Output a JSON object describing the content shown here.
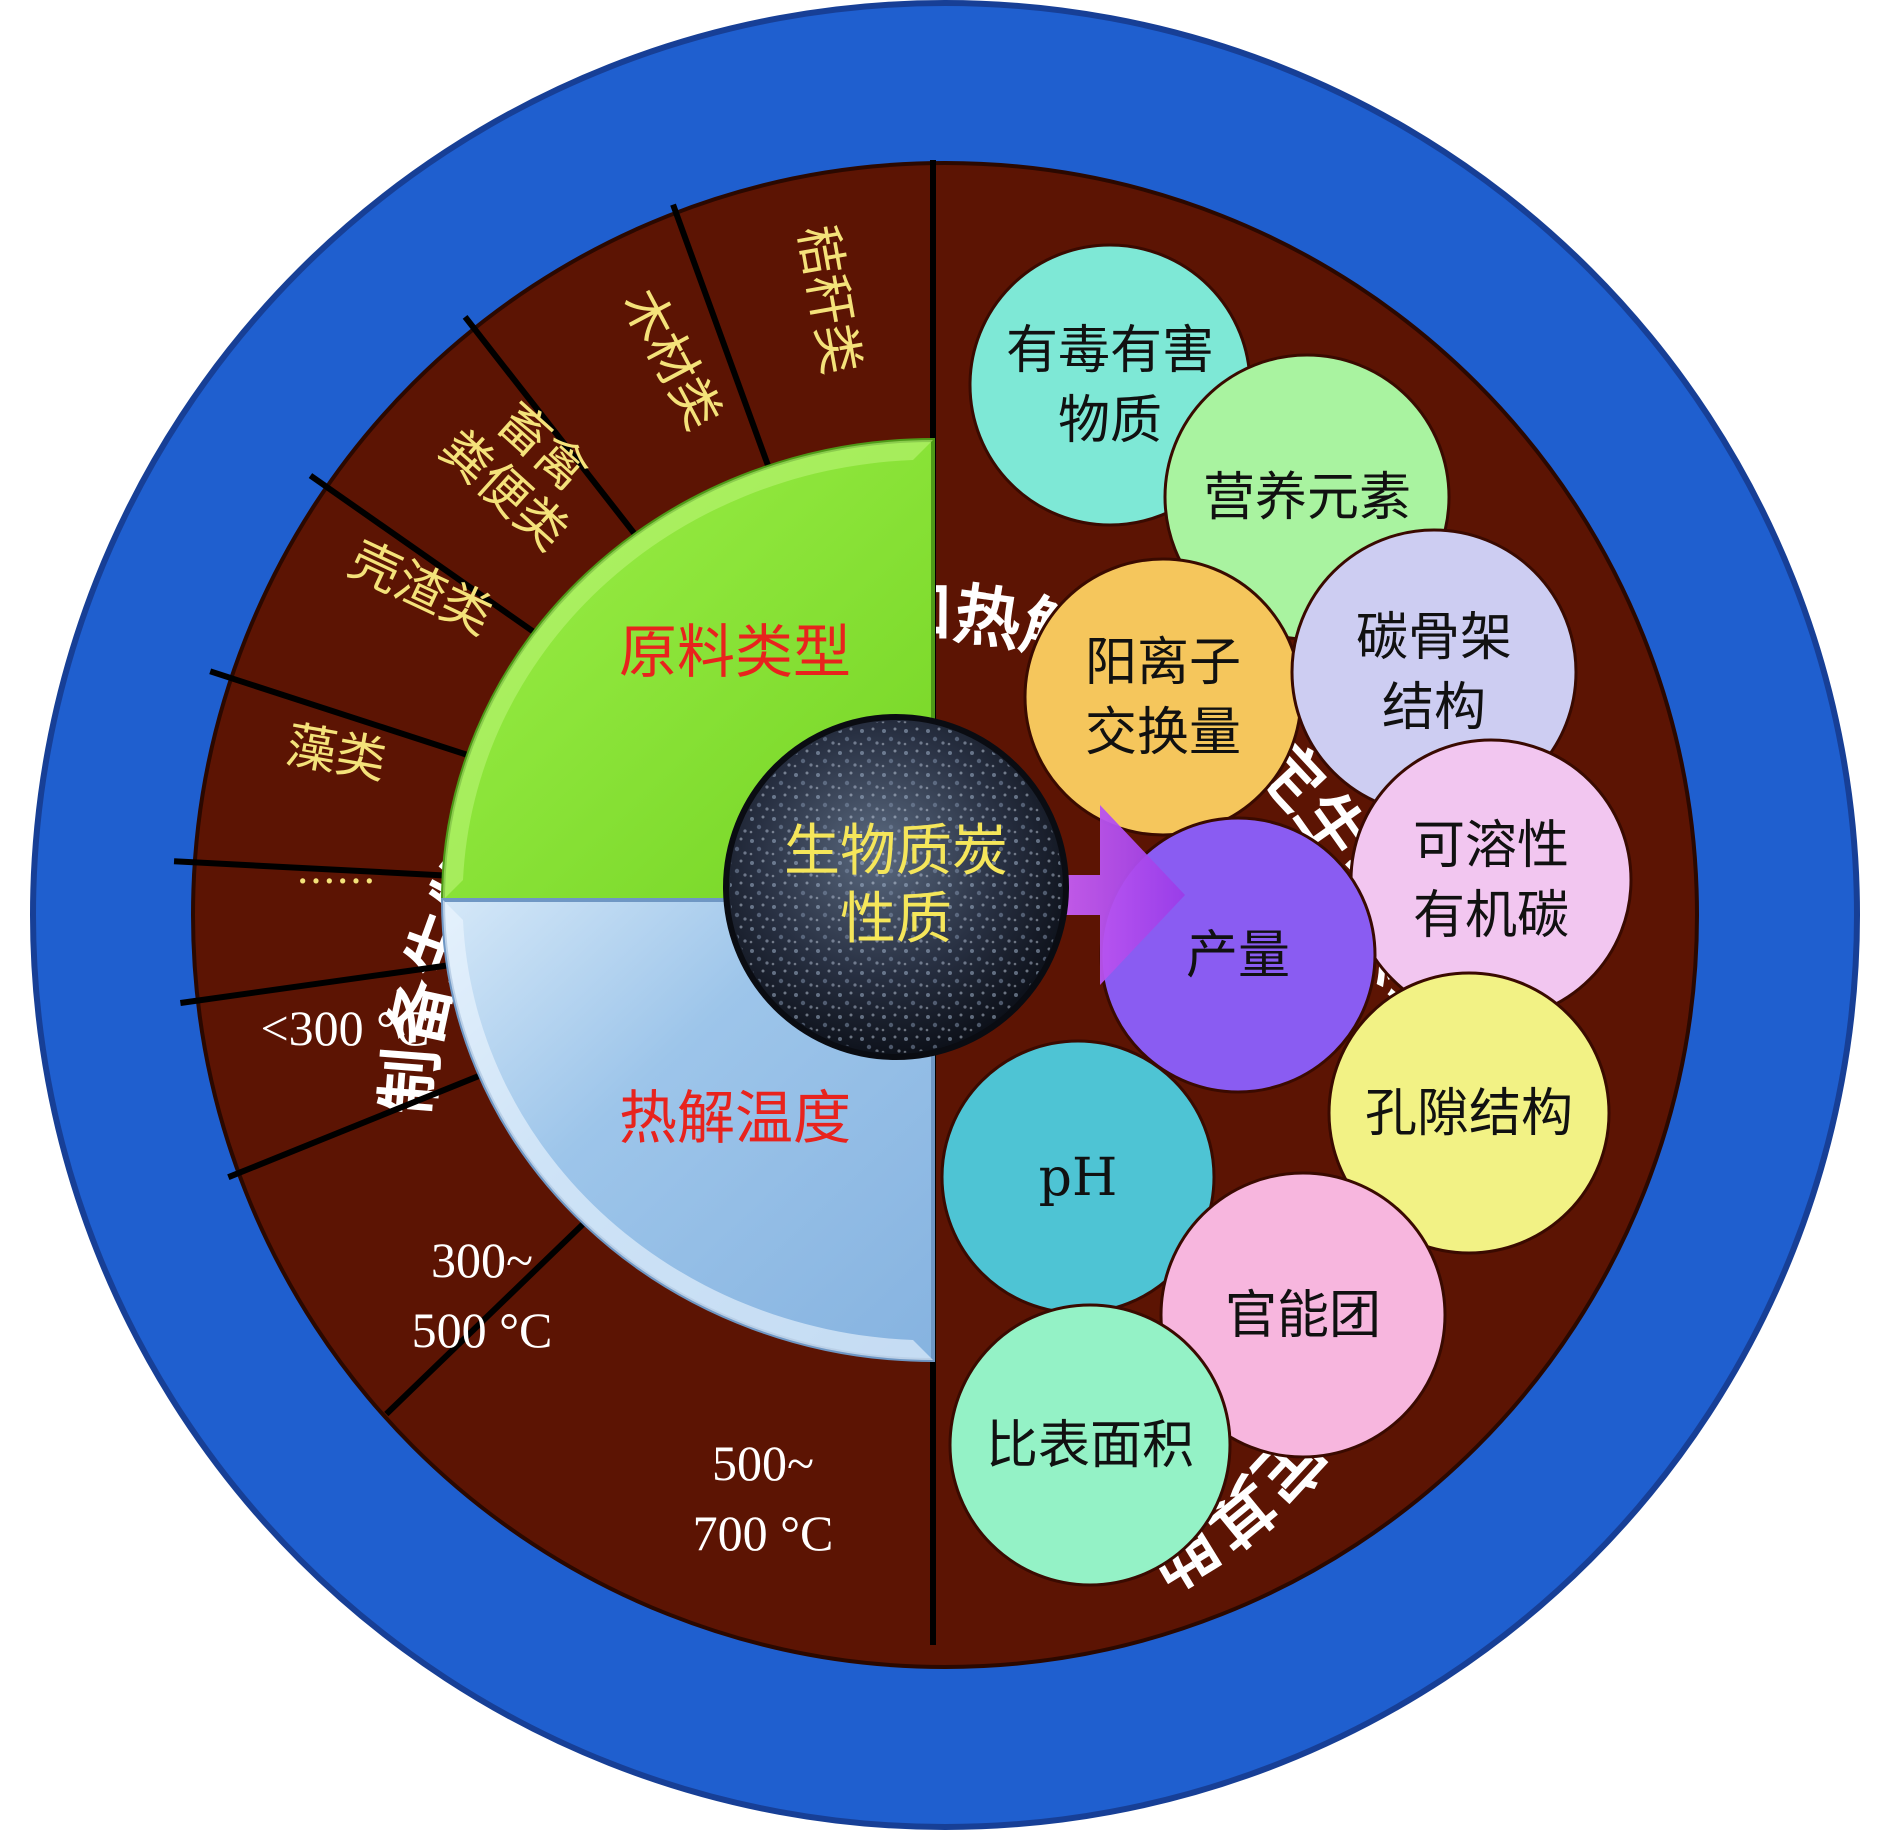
{
  "ring_caption": "制备生物质炭的原料类型和热解温度决定生物质炭性质，进而决定其助力土壤“碳中和”的应用潜力",
  "center": {
    "lines": [
      "生物质炭",
      "性质"
    ]
  },
  "feedstock": {
    "label": "原料类型",
    "items": [
      {
        "lines": [
          "秸秆类"
        ]
      },
      {
        "lines": [
          "木材类"
        ]
      },
      {
        "lines": [
          "畜禽",
          "粪便类"
        ]
      },
      {
        "lines": [
          "壳渣类"
        ]
      },
      {
        "lines": [
          "藻类"
        ]
      },
      {
        "lines": [
          "……"
        ]
      }
    ]
  },
  "temperature": {
    "label": "热解温度",
    "items": [
      {
        "lines": [
          "<300 °C"
        ]
      },
      {
        "lines": [
          "300~",
          "500 °C"
        ]
      },
      {
        "lines": [
          "500~",
          "700 °C"
        ]
      }
    ]
  },
  "properties": [
    {
      "lines": [
        "有毒有害",
        "物质"
      ],
      "color": "#7ee8d6"
    },
    {
      "lines": [
        "营养元素"
      ],
      "color": "#a9f3a0"
    },
    {
      "lines": [
        "阳离子",
        "交换量"
      ],
      "color": "#f5c65c"
    },
    {
      "lines": [
        "碳骨架",
        "结构"
      ],
      "color": "#cdcdf2"
    },
    {
      "lines": [
        "可溶性",
        "有机碳"
      ],
      "color": "#f2c6f0"
    },
    {
      "lines": [
        "产量"
      ],
      "color": "#8a5cf2"
    },
    {
      "lines": [
        "孔隙结构"
      ],
      "color": "#f2f285"
    },
    {
      "lines": [
        "pH"
      ],
      "color": "#4ec4d4"
    },
    {
      "lines": [
        "官能团"
      ],
      "color": "#f7b6de"
    },
    {
      "lines": [
        "比表面积"
      ],
      "color": "#94f2c6"
    }
  ],
  "colors": {
    "outer_ring": "#1f5fcf",
    "wheel": "#5c1403",
    "feedstock_quadrant": "#8ee83a",
    "temperature_quadrant": "#9cc4ea",
    "arrow": "#b34ff0"
  }
}
